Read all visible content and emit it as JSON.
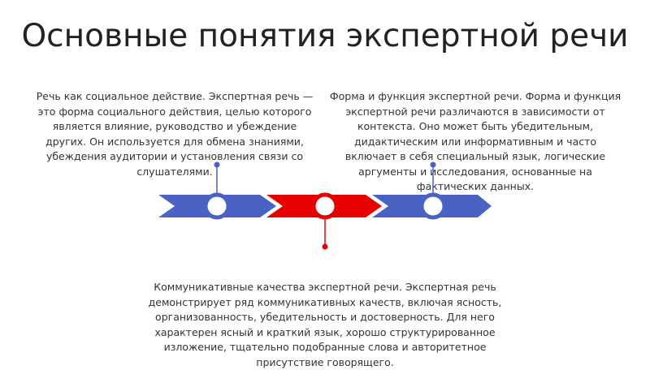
{
  "slide": {
    "title": "Основные понятия экспертной речи",
    "colors": {
      "blue": "#4a62c4",
      "red": "#e60000",
      "text": "#333333"
    },
    "blocks": [
      {
        "text": "Речь как социальное действие. Экспертная речь — это форма социального действия, целью которого является влияние, руководство и убеждение других. Он используется для обмена знаниями, убеждения аудитории и установления связи со слушателями."
      },
      {
        "text": "Форма и функция экспертной речи. Форма и функция экспертной речи различаются в зависимости от контекста. Оно может быть убедительным, дидактическим или информативным и часто включает в себя специальный язык, логические аргументы и исследования, основанные на фактических данных."
      },
      {
        "text": "Коммуникативные качества экспертной речи. Экспертная речь демонстрирует ряд коммуникативных качеств, включая ясность, организованность, убедительность и достоверность. Для него характерен ясный и краткий язык, хорошо структурированное изложение, тщательно подобранные слова и авторитетное присутствие говорящего."
      }
    ]
  }
}
